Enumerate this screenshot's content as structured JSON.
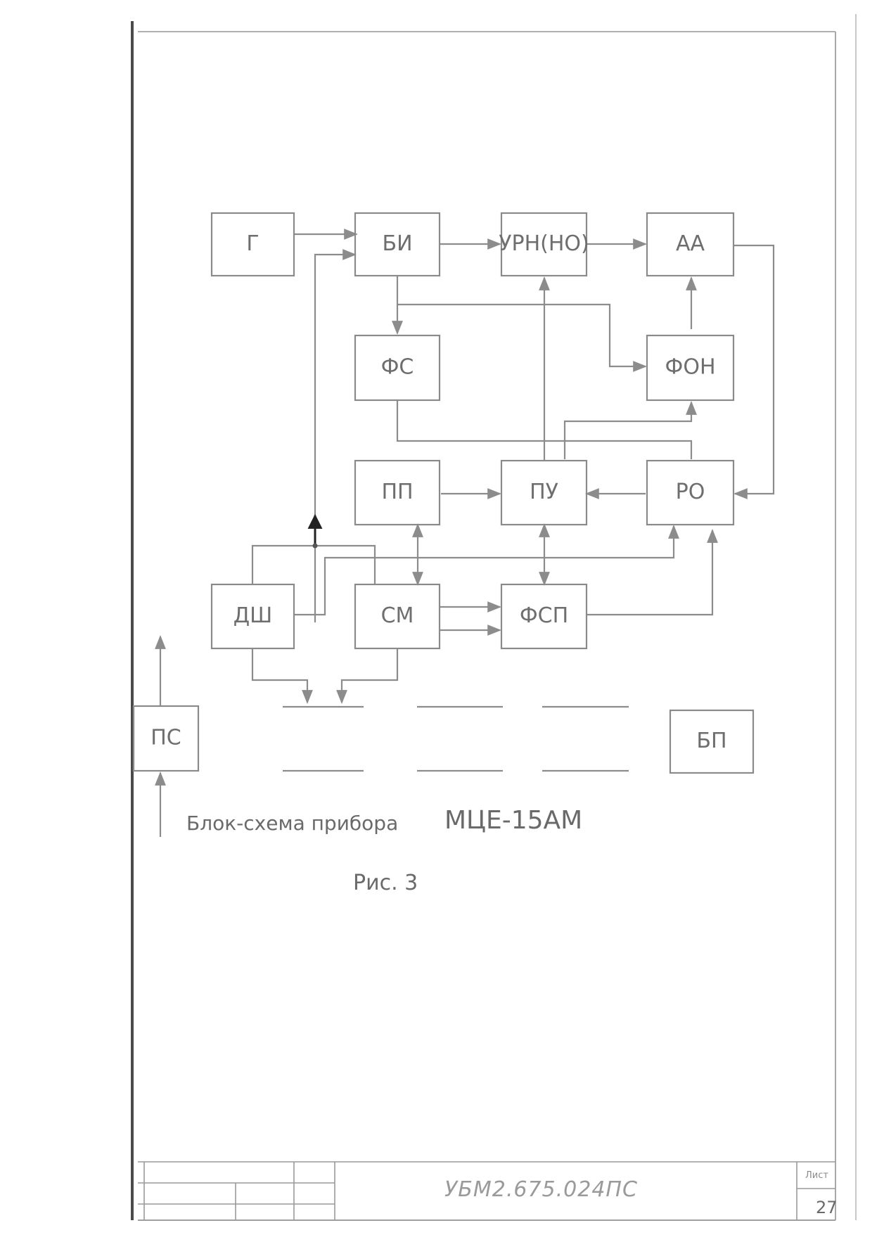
{
  "blocks": {
    "g": "Г",
    "bi": "БИ",
    "urn": "УРН(НО)",
    "aa": "АА",
    "fs": "ФС",
    "fon": "ФОН",
    "pp": "ПП",
    "pu": "ПУ",
    "ro": "РО",
    "dsh": "ДШ",
    "sm": "СМ",
    "fsp": "ФСП",
    "ps": "ПС",
    "bp": "БП"
  },
  "caption": {
    "prefix": "Блок-схема прибора",
    "model": "МЦЕ-15АМ",
    "figure": "Рис. 3"
  },
  "title_block": {
    "document_code": "УБМ2.675.024ПС",
    "sheet_label": "Лист",
    "sheet_number": "27"
  }
}
